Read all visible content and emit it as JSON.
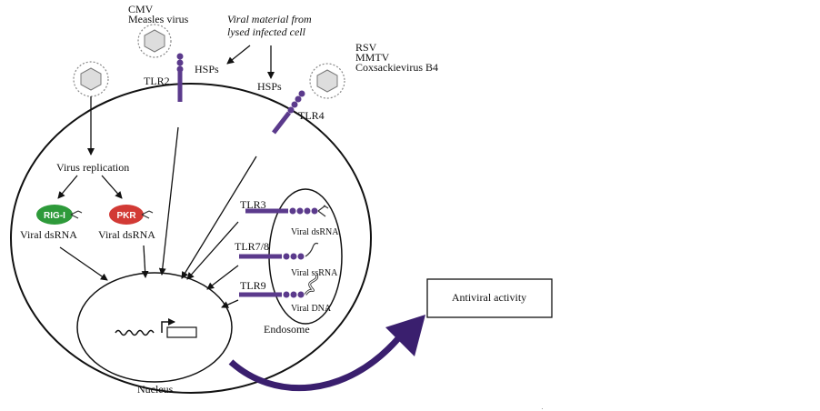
{
  "viruses": {
    "cmv": "CMV",
    "measles": "Measles virus",
    "rsv": "RSV",
    "mmtv": "MMTV",
    "coxsackie": "Coxsackievirus B4"
  },
  "viral_material": {
    "line1": "Viral material from",
    "line2": "lysed infected cell"
  },
  "hsps": {
    "left": "HSPs",
    "right": "HSPs"
  },
  "receptors": {
    "tlr2": "TLR2",
    "tlr4": "TLR4",
    "tlr3": "TLR3",
    "tlr78": "TLR7/8",
    "tlr9": "TLR9"
  },
  "cytoplasm": {
    "virus_replication": "Virus replication",
    "rig_i": "RIG-I",
    "pkr": "PKR",
    "dsrna_left": "Viral dsRNA",
    "dsrna_right": "Viral dsRNA"
  },
  "endosome": {
    "label": "Endosome",
    "dsrna": "Viral dsRNA",
    "ssrna": "Viral ssRNA",
    "dna": "Viral DNA"
  },
  "nucleus": {
    "label": "Nucleus"
  },
  "output": {
    "antiviral": "Antiviral activity"
  },
  "colors": {
    "receptor": "#5b3a8c",
    "rig_i": "#2e9a3a",
    "pkr": "#d23a35",
    "big_arrow": "#3a1f6e"
  }
}
